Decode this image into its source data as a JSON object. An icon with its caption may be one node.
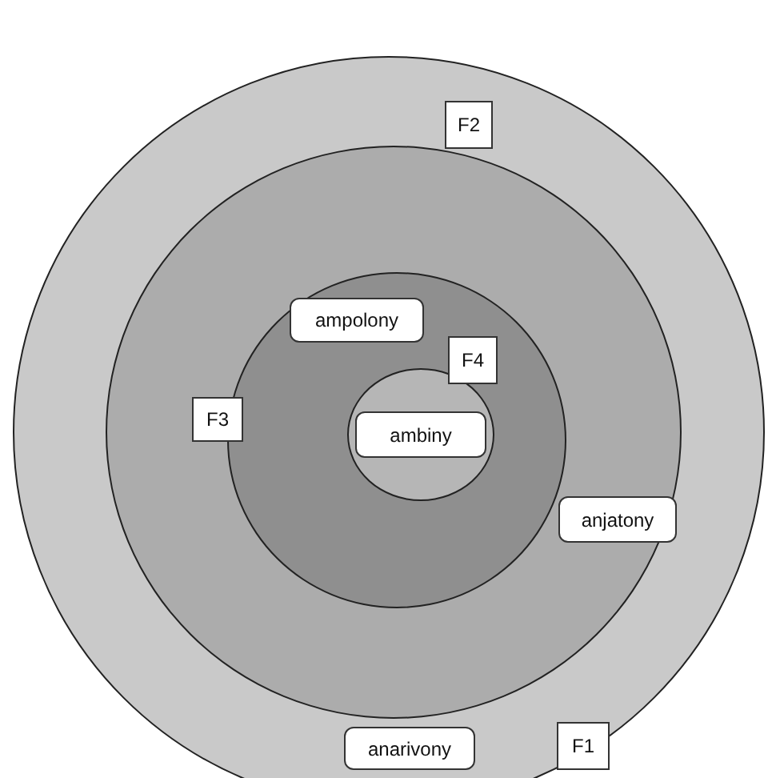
{
  "diagram": {
    "nodes": [
      {
        "text": [],
        "shape": "circle"
      },
      {
        "text": [],
        "shape": "circle",
        "in": 0
      },
      {
        "text": [],
        "shape": "circle",
        "in": 1
      },
      {
        "text": [],
        "shape": "circle",
        "in": 2
      },
      {
        "text": [
          "F2"
        ],
        "in": 0
      },
      {
        "text": [
          "ampolony"
        ],
        "in": 2
      },
      {
        "text": [
          "F4"
        ],
        "in": 2
      },
      {
        "text": [
          "F3"
        ],
        "in": 1
      },
      {
        "text": [
          "ambiny"
        ],
        "in": 3
      },
      {
        "text": [
          "anjatony"
        ],
        "in": 1
      },
      {
        "text": [
          "anarivony"
        ],
        "in": 0
      },
      {
        "text": [
          "F1"
        ],
        "in": 0
      }
    ]
  }
}
